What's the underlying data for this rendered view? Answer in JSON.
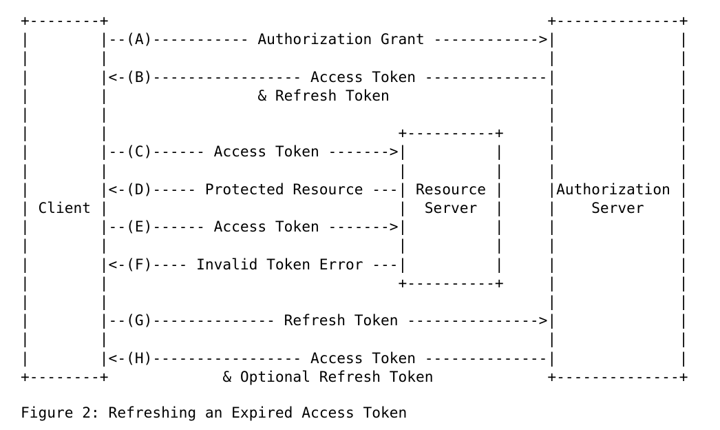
{
  "document": {
    "kind": "ascii-art-diagram",
    "title": "Figure 2: Refreshing an Expired Access Token",
    "background_color": "#ffffff",
    "text_color": "#000000"
  },
  "diagram": {
    "nodes": [
      {
        "id": "client",
        "label": "Client",
        "box_inner_width": 8
      },
      {
        "id": "resource-server",
        "label_line_1": "Resource",
        "label_line_2": "Server",
        "box_inner_width": 10
      },
      {
        "id": "authorization-server",
        "label_line_1": "Authorization",
        "label_line_2": "Server",
        "box_inner_width": 14
      }
    ],
    "steps": [
      {
        "id": "A",
        "label": "Authorization Grant",
        "direction": "right",
        "from": "client",
        "to": "authorization-server"
      },
      {
        "id": "B",
        "label": "Access Token",
        "sublabel": "& Refresh Token",
        "direction": "left",
        "from": "authorization-server",
        "to": "client"
      },
      {
        "id": "C",
        "label": "Access Token",
        "direction": "right",
        "from": "client",
        "to": "resource-server"
      },
      {
        "id": "D",
        "label": "Protected Resource",
        "direction": "left",
        "from": "resource-server",
        "to": "client"
      },
      {
        "id": "E",
        "label": "Access Token",
        "direction": "right",
        "from": "client",
        "to": "resource-server"
      },
      {
        "id": "F",
        "label": "Invalid Token Error",
        "direction": "left",
        "from": "resource-server",
        "to": "client"
      },
      {
        "id": "G",
        "label": "Refresh Token",
        "direction": "right",
        "from": "client",
        "to": "authorization-server"
      },
      {
        "id": "H",
        "label": "Access Token",
        "sublabel": "& Optional Refresh Token",
        "direction": "left",
        "from": "authorization-server",
        "to": "client"
      }
    ],
    "art": "+--------+                                          +---------------+\n|        |--(A)------- Authorization Grant --------->|               |\n|        |                                          |               |\n|        |<-(B)----------- Access Token -------------|               |\n|        |               & Refresh Token             |               |\n|        |                                          |               |\n|        |                      +-----------+       |               |\n|        |--(C)---- Access Token ---->|           |  |               |\n|        |                      |           |       |               |\n|        |<-(D)- Protected Resource --| Resource  |  | Authorization |\n| Client |                      |  Server   |       |    Server     |\n|        |--(E)---- Access Token ---->|           |  |               |\n|        |                      |           |       |               |\n|        |<-(F)- Invalid Token Error -|       |      |               |\n|        |                      +-----------+       |               |\n|        |                                          |               |\n|        |--(G)----------- Refresh Token ----------->|               |\n|        |                                          |               |\n|        |<-(H)----------- Access Token -------------|               |\n+--------+         & Optional Refresh Token          +---------------+",
    "caption": "Figure 2: Refreshing an Expired Access Token"
  },
  "lines": [
    "+--------+                                        +--------------+",
    "|        |--(A)------- Authorization Grant -------->|              |",
    "|        |                                        |              |",
    "|        |<-(B)----------- Access Token ------------|              |",
    "|        |              & Refresh Token            |              |",
    "|        |                                        |              |",
    "|        |                       +----------+     |              |",
    "|        |--(C)---- Access Token ---->|          |  |              |",
    "|        |                       |          |     |              |",
    "|        |<-(D)- Protected Resource --| Resource |  | Authorization|",
    "| Client |                       |  Server  |     |    Server    |",
    "|        |--(E)---- Access Token ---->|          |  |              |",
    "|        |                       |          |     |              |",
    "|        |<-(F)- Invalid Token Error -|      |     |              |",
    "|        |                       +----------+     |              |",
    "|        |                                        |              |",
    "|        |--(G)----------- Refresh Token ---------->|              |",
    "|        |                                        |              |",
    "|        |<-(H)----------- Access Token ------------|              |",
    "+--------+        & Optional Refresh Token         +--------------+"
  ]
}
